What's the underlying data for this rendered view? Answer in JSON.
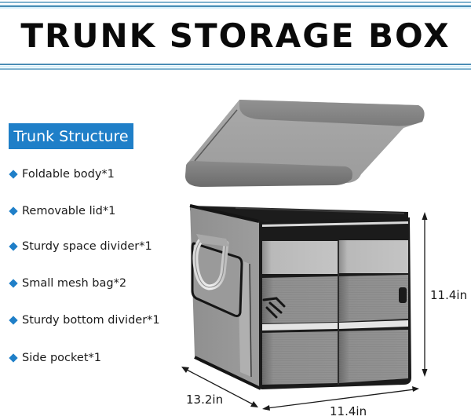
{
  "header": {
    "title": "TRUNK STORAGE BOX",
    "band_colors": {
      "dark": "#4a8db5",
      "light": "#b8dff0"
    }
  },
  "structure": {
    "heading": "Trunk Structure",
    "accent_color": "#1f7fc8",
    "bullet_icon": "diamond-icon",
    "items": [
      {
        "label": "Foldable body*1"
      },
      {
        "label": "Removable lid*1"
      },
      {
        "label": "Sturdy space divider*1"
      },
      {
        "label": "Small mesh bag*2"
      },
      {
        "label": "Sturdy bottom divider*1"
      },
      {
        "label": "Side pocket*1"
      }
    ]
  },
  "product": {
    "name": "trunk storage box",
    "color": "gray",
    "dimensions": {
      "height": "11.4in",
      "width": "11.4in",
      "depth": "13.2in"
    }
  }
}
